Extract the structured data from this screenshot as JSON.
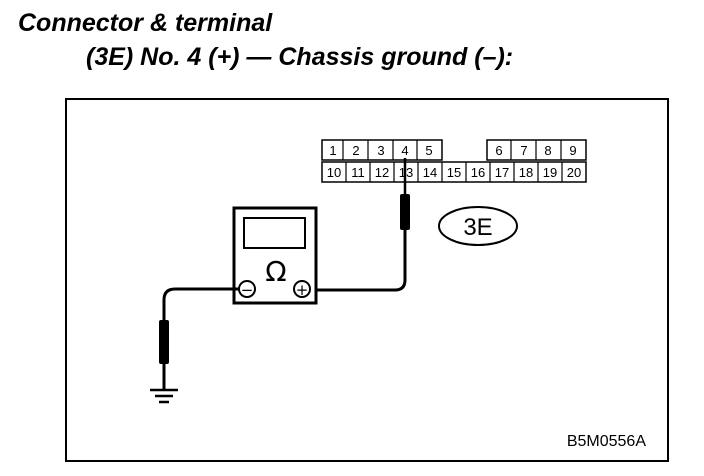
{
  "heading": {
    "line1": "Connector & terminal",
    "line2": "(3E) No. 4 (+) — Chassis ground (–):"
  },
  "connector": {
    "label": "3E",
    "top_row": [
      "1",
      "2",
      "3",
      "4",
      "5",
      "6",
      "7",
      "8",
      "9"
    ],
    "bottom_row": [
      "10",
      "11",
      "12",
      "13",
      "14",
      "15",
      "16",
      "17",
      "18",
      "19",
      "20"
    ]
  },
  "ohmmeter": {
    "symbol": "Ω",
    "negative": "−",
    "positive": "+"
  },
  "figure_code": "B5M0556A"
}
